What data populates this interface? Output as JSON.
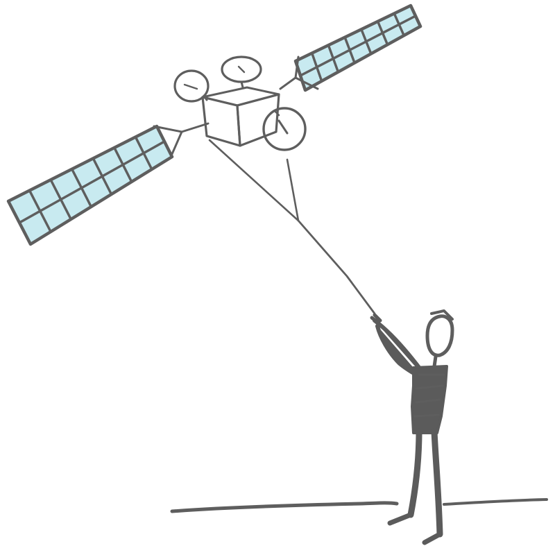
{
  "scene": {
    "background_color": "#ffffff",
    "ink_color": "#5e5e5e",
    "panel_fill_color": "#c8eaf0",
    "solar_panel_left": {
      "rows": 2,
      "cols": 7
    },
    "solar_panel_right": {
      "rows": 2,
      "cols": 7
    },
    "elements": [
      "satellite-body",
      "solar-panel-left",
      "solar-panel-right",
      "antenna-dish-left",
      "antenna-dish-top",
      "antenna-dish-right",
      "kite-string",
      "person-figure",
      "ground-line"
    ]
  }
}
